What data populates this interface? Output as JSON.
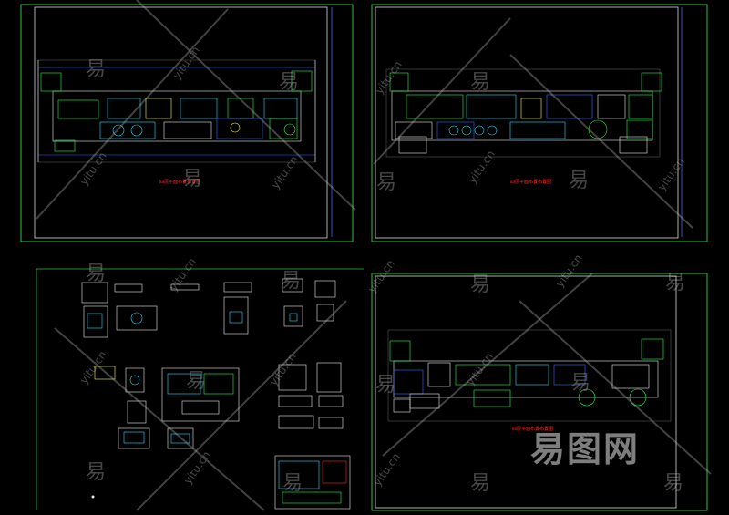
{
  "sheet_titles": {
    "sheet1": "四层平面布置布置图",
    "sheet2": "四层平面布置布置图",
    "sheet3": "四层平面布置布置图"
  },
  "watermark": {
    "glyph": "易",
    "site": "yitu.cn",
    "brand": "易图网"
  },
  "colors": {
    "background": "#000000",
    "frame": "#2fbf3a",
    "cad_green": "#22ff44",
    "cad_cyan": "#22e0ff",
    "cad_yellow": "#ffff33",
    "cad_white": "#e8e8e8",
    "cad_blue": "#3a6bff",
    "cad_red": "#ff2a2a"
  }
}
